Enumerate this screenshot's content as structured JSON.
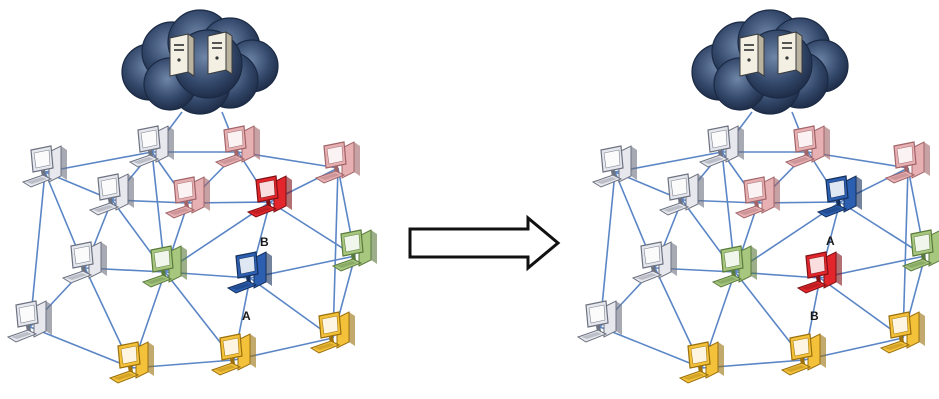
{
  "labels": {
    "a": "A",
    "b": "B"
  },
  "colors": {
    "link": "#5b86c6",
    "cloud_dark": "#1b2a44",
    "cloud_mid": "#3d5578",
    "cloud_light": "#6f86a8",
    "white_pc": "#e6e8ee",
    "pink_pc": "#e7b1b3",
    "red_pc": "#e2262c",
    "blue_pc": "#2c5fb0",
    "green_pc": "#a7c77f",
    "yellow_pc": "#f4c23a",
    "arrow_stroke": "#111111"
  },
  "icons": [
    "cloud-icon",
    "server-icon",
    "desktop-computer-icon",
    "right-arrow-icon"
  ],
  "panels": [
    {
      "name": "before-network",
      "a_node": "p11",
      "b_node": "p6"
    },
    {
      "name": "after-network",
      "a_node": "p6",
      "b_node": "p11"
    }
  ]
}
